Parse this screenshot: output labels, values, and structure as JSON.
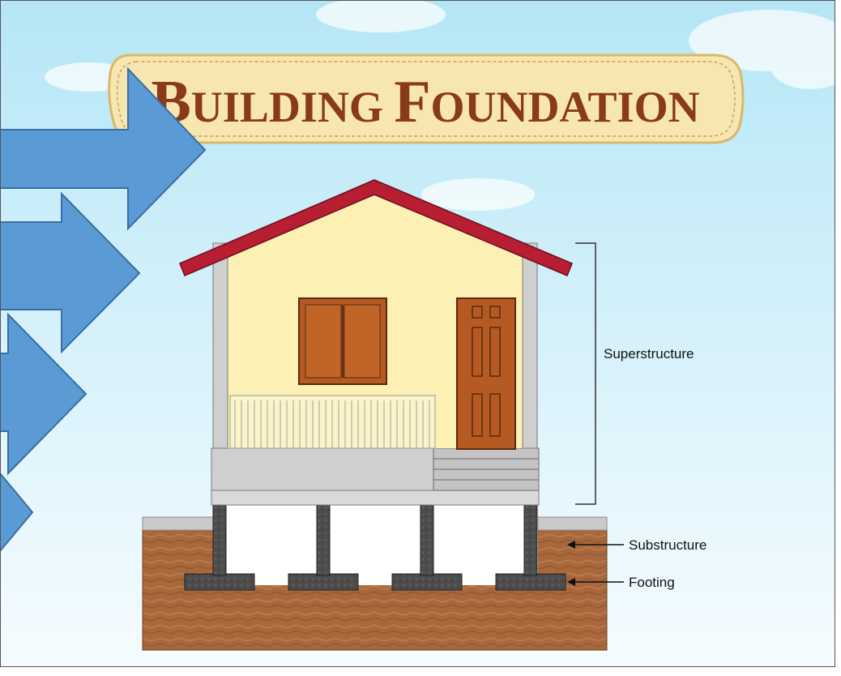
{
  "banner": {
    "title_big_1": "B",
    "title_small_1": "UILDING ",
    "title_big_2": "F",
    "title_small_2": "OUNDATION"
  },
  "labels": {
    "superstructure": "Superstructure",
    "substructure": "Substructure",
    "footing": "Footing"
  },
  "colors": {
    "sky_top": "#b9e8f7",
    "sky_bottom": "#f4fbfe",
    "banner_fill": "#f7e6b0",
    "banner_text": "#8a3a18",
    "roof": "#b81e32",
    "wall": "#fdf0b4",
    "door_window": "#b55a22",
    "soil": "#a8683c",
    "footing": "#4a4a4a",
    "arrow": "#5b9bd5"
  },
  "icons": {
    "arrows": [
      "right-arrow-icon",
      "right-arrow-icon",
      "right-arrow-icon",
      "right-arrow-icon"
    ]
  }
}
